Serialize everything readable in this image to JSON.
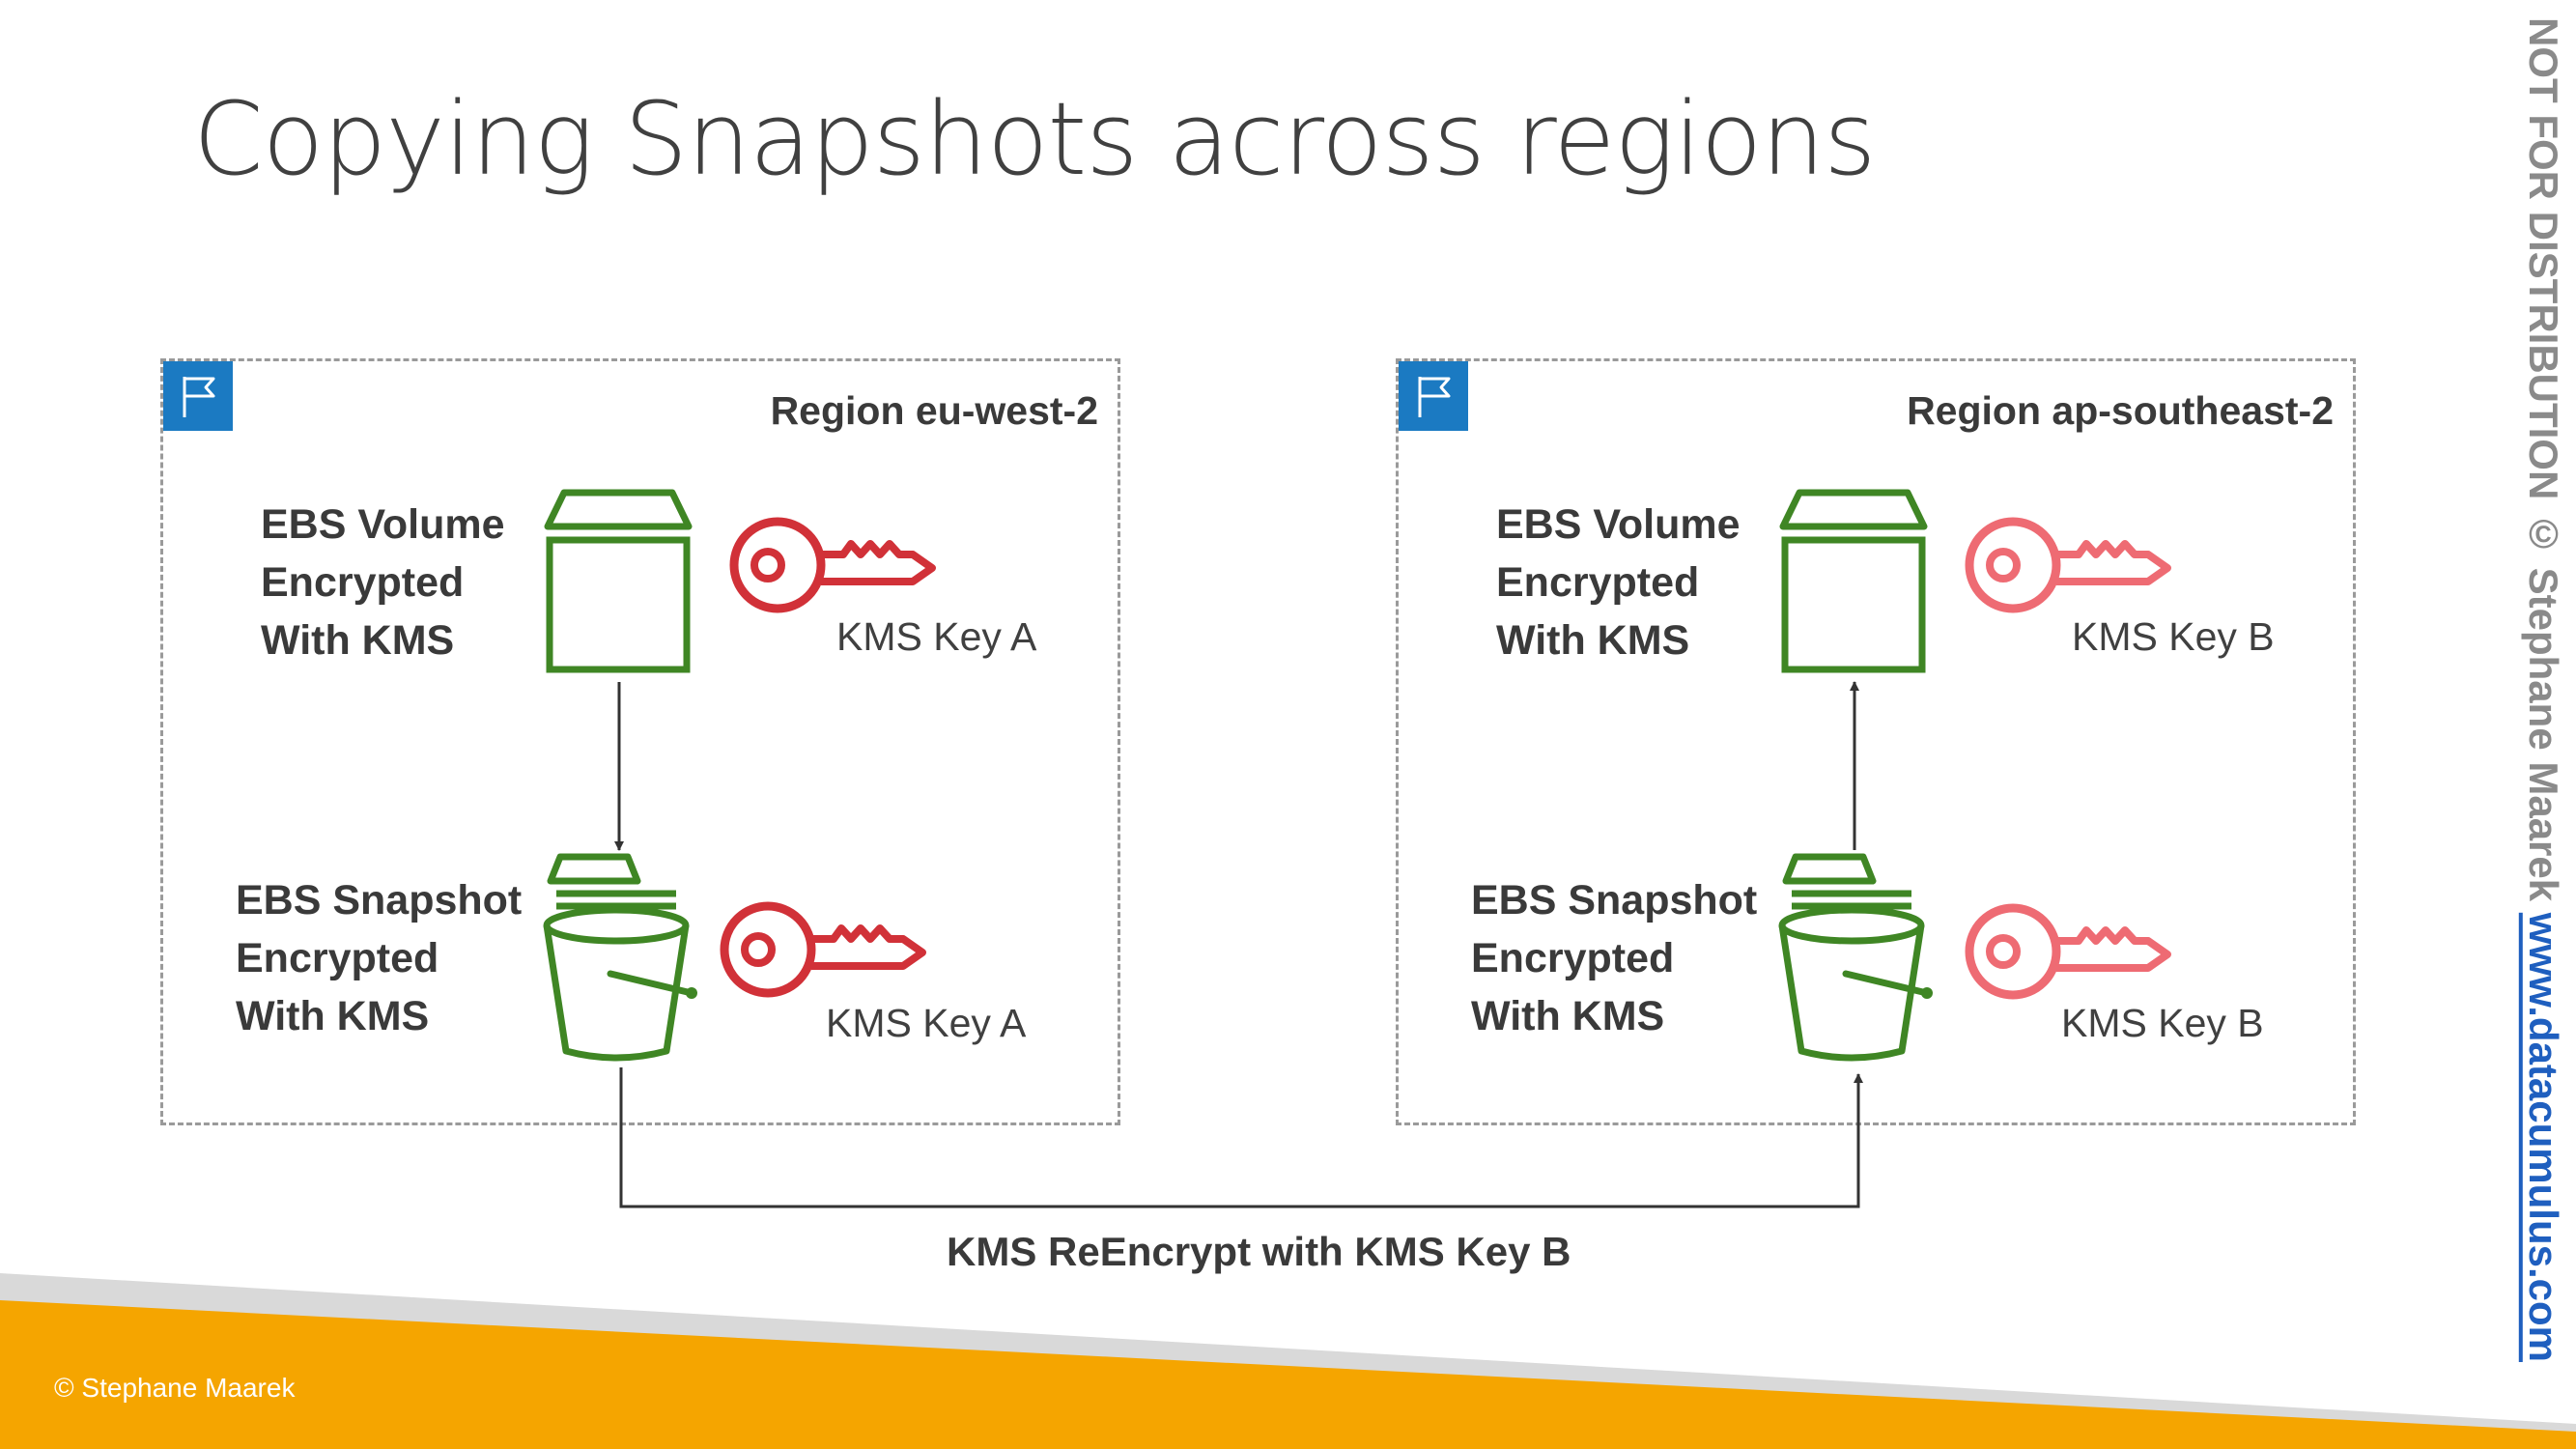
{
  "title": "Copying Snapshots across regions",
  "regions": [
    {
      "label": "Region eu-west-2",
      "volume": {
        "lines": [
          "EBS Volume",
          "Encrypted",
          "With KMS"
        ],
        "icon": "ebs-volume-icon",
        "key_label": "KMS Key A",
        "key_color": "#d13138"
      },
      "snapshot": {
        "lines": [
          "EBS Snapshot",
          "Encrypted",
          "With KMS"
        ],
        "icon": "ebs-snapshot-bucket-icon",
        "key_label": "KMS Key A",
        "key_color": "#d13138"
      }
    },
    {
      "label": "Region ap-southeast-2",
      "volume": {
        "lines": [
          "EBS Volume",
          "Encrypted",
          "With KMS"
        ],
        "icon": "ebs-volume-icon",
        "key_label": "KMS Key B",
        "key_color": "#ee6b73"
      },
      "snapshot": {
        "lines": [
          "EBS Snapshot",
          "Encrypted",
          "With KMS"
        ],
        "icon": "ebs-snapshot-bucket-icon",
        "key_label": "KMS Key B",
        "key_color": "#ee6b73"
      }
    }
  ],
  "reencrypt_label": "KMS ReEncrypt with KMS Key B",
  "footer": {
    "copyright": "© Stephane Maarek"
  },
  "watermark": {
    "text": "NOT FOR DISTRIBUTION © Stephane Maarek ",
    "url": "www.datacumulus.com"
  },
  "colors": {
    "region_flag": "#1b7ac2",
    "ebs_green": "#3f8624",
    "footer_orange": "#f5a500",
    "footer_gray": "#d9d9d9",
    "watermark_url": "#1f5fbf"
  }
}
